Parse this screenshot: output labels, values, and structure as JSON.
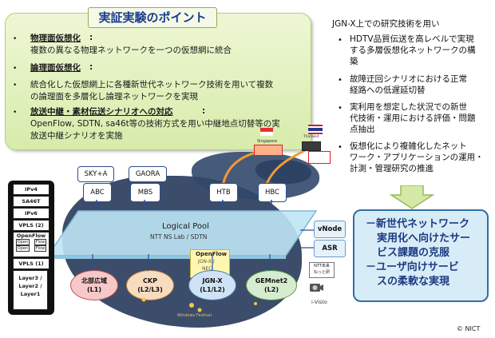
{
  "summary": {
    "title": "実証実験のポイント",
    "bullets": [
      {
        "head": "物理面仮想化",
        "text": [
          "複数の異なる物理ネットワークを一つの仮想網に統合"
        ]
      },
      {
        "head": "論理面仮想化",
        "text": [
          "統合化した仮想網上に各種新世代ネットワーク技術を用いて複数",
          "の論理面を多層化し論理ネットワークを実現"
        ]
      },
      {
        "head": "放送中継・素材伝送シナリオへの対応",
        "text": [
          "OpenFlow, SDTN, sa46t等の技術方式を用い中継地点切替等の実",
          "放送中継シナリオを実施"
        ]
      }
    ]
  },
  "research": {
    "intro": "JGN-X上での研究技術を用い",
    "items": [
      [
        "HDTV品質伝送を高レベルで実現",
        "する多層仮想化ネットワークの構",
        "築"
      ],
      [
        "故障迂回シナリオにおける正常",
        "経路への低遅延切替"
      ],
      [
        "実利用を想定した状況での新世",
        "代技術・運用における評価・問題",
        "点抽出"
      ],
      [
        "仮想化により複雑化したネット",
        "ワーク・アプリケーションの運用・",
        "計測・管理研究の推進"
      ]
    ]
  },
  "result": {
    "lines": [
      "－新世代ネットワーク",
      "実用化へ向けたサー",
      "ビス課題の克服",
      "－ユーザ向けサービ",
      "スの柔軟な実現"
    ]
  },
  "diagram": {
    "stack": [
      "IPv4",
      "SA46T",
      "IPv6",
      "VPLS (2)",
      "OpenFlow",
      "VPLS (1)",
      "Layer3 /",
      "Layer2 /",
      "Layer1"
    ],
    "openflow_sub": [
      "Open",
      "Flow",
      "Open",
      "Flow"
    ],
    "sites": [
      {
        "name": "SKY+A",
        "sub": "ABC"
      },
      {
        "name": "GAORA",
        "sub": "MBS"
      },
      {
        "name": "HTB"
      },
      {
        "name": "HBC"
      }
    ],
    "logical_pool": {
      "title": "Logical Pool",
      "sub": "NTT NS Lab / SDTN"
    },
    "openflow_box": {
      "title": "OpenFlow",
      "sub1": "JGN-X /",
      "sub2": "NEC"
    },
    "networks": [
      {
        "name": "北部広域",
        "sub": "(L1)",
        "color": "#f6c8c8",
        "border": "#c05050"
      },
      {
        "name": "CKP",
        "sub": "(L2/L3)",
        "color": "#f7dcc0",
        "border": "#c08040"
      },
      {
        "name": "JGN-X",
        "sub": "(L1/L2)",
        "color": "#cfe3f5",
        "border": "#4a7db0"
      },
      {
        "name": "GEMnet2",
        "sub": "(L2)",
        "color": "#d6eccf",
        "border": "#5a9a4a"
      }
    ],
    "side_buttons": [
      "vNode",
      "ASR"
    ],
    "ntt_label": [
      "NTT未来",
      "ねっと研"
    ],
    "ivisto": "i-Visto",
    "singapore": "Singapore",
    "thailand": "Thailand",
    "windows_text": "Windows Festival"
  },
  "copyright": "© NICT",
  "colors": {
    "accent": "#1b3c8c",
    "panel": "#d7ecab",
    "pool": "#bfe6f5"
  }
}
